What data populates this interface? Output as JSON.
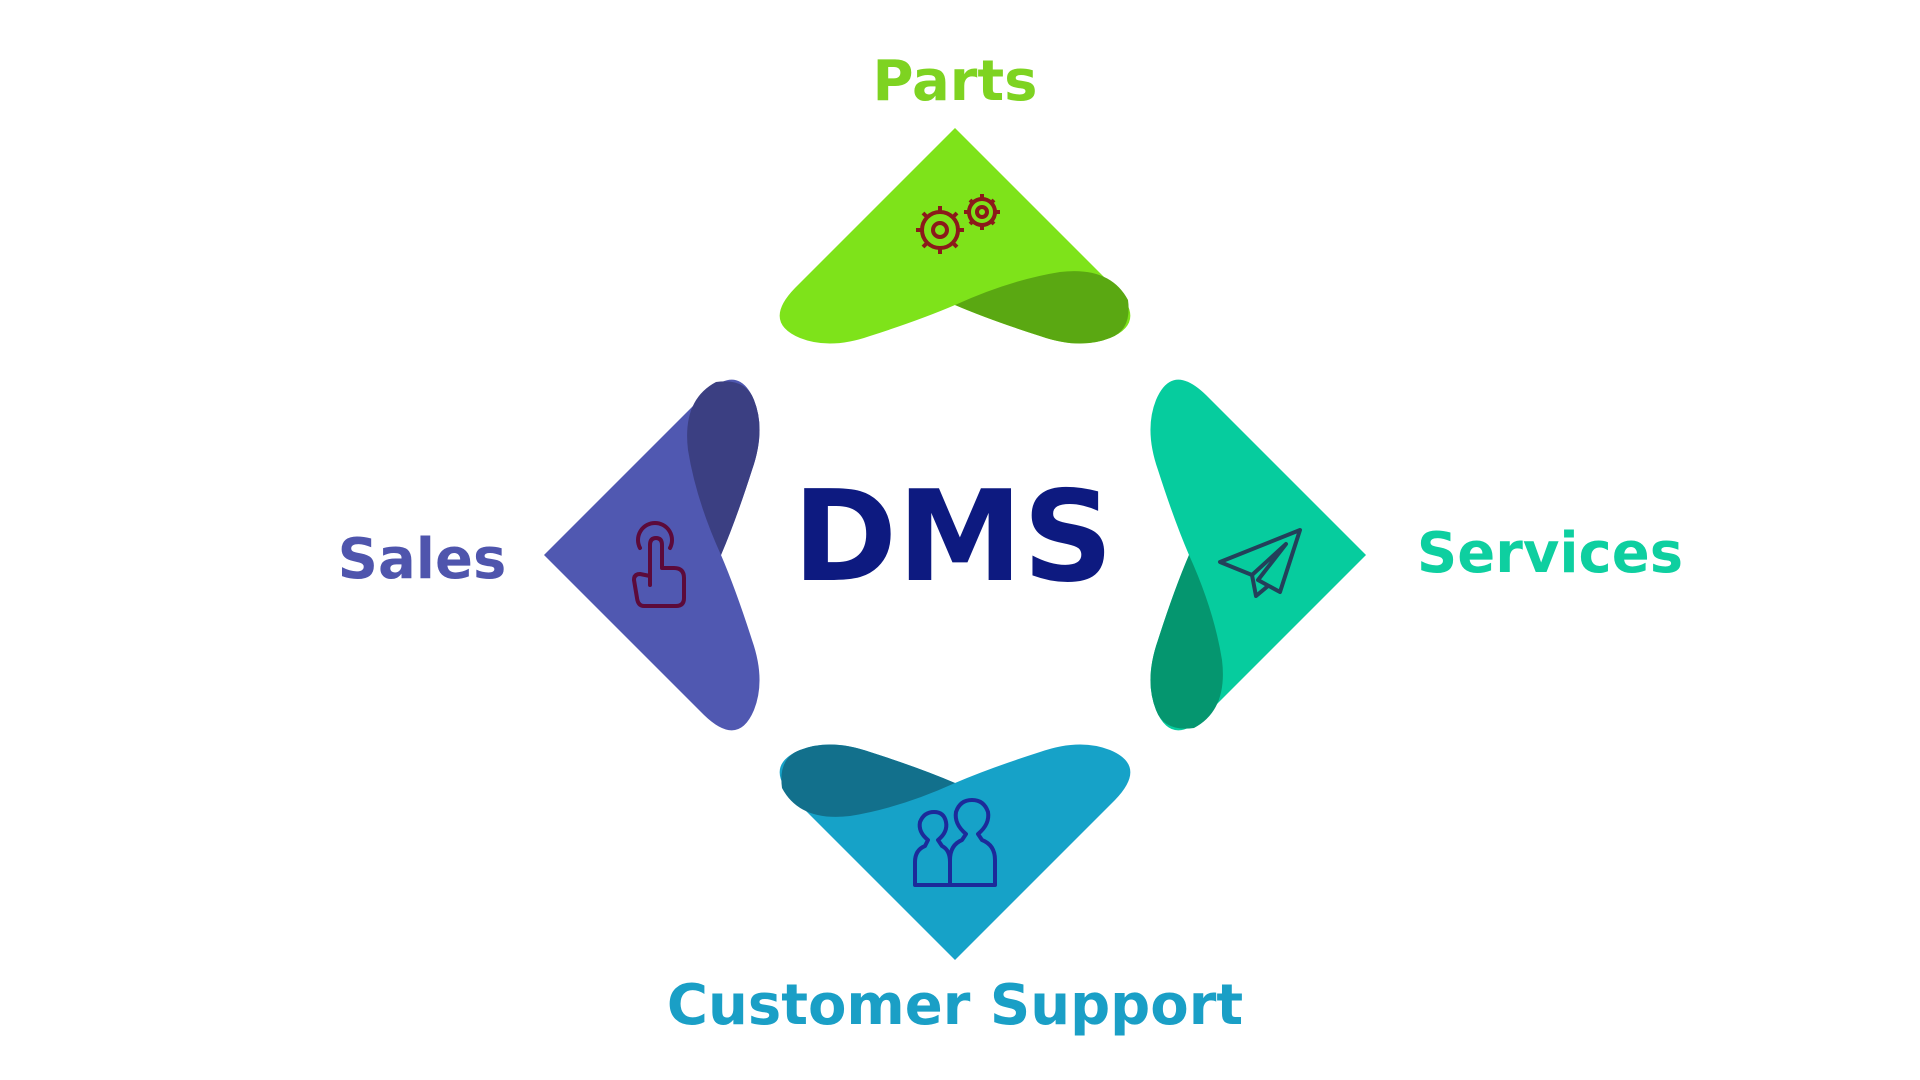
{
  "center": {
    "title": "DMS",
    "color": "#0d1a80"
  },
  "segments": [
    {
      "key": "parts",
      "label": "Parts",
      "icon": "gears-icon",
      "color": "#7ee31a",
      "shade": "#5aa812",
      "label_color": "#7ed321",
      "icon_color": "#8b1a1a"
    },
    {
      "key": "services",
      "label": "Services",
      "icon": "paper-plane-icon",
      "color": "#06cc9e",
      "shade": "#05966f",
      "label_color": "#0ecfa0",
      "icon_color": "#23405a"
    },
    {
      "key": "customer-support",
      "label": "Customer Support",
      "icon": "users-icon",
      "color": "#16a2c8",
      "shade": "#12708c",
      "label_color": "#1a9fc6",
      "icon_color": "#1c2a9a"
    },
    {
      "key": "sales",
      "label": "Sales",
      "icon": "pointer-hand-icon",
      "color": "#5058b1",
      "shade": "#3b3f82",
      "label_color": "#4f55ad",
      "icon_color": "#5c0a3a"
    }
  ]
}
